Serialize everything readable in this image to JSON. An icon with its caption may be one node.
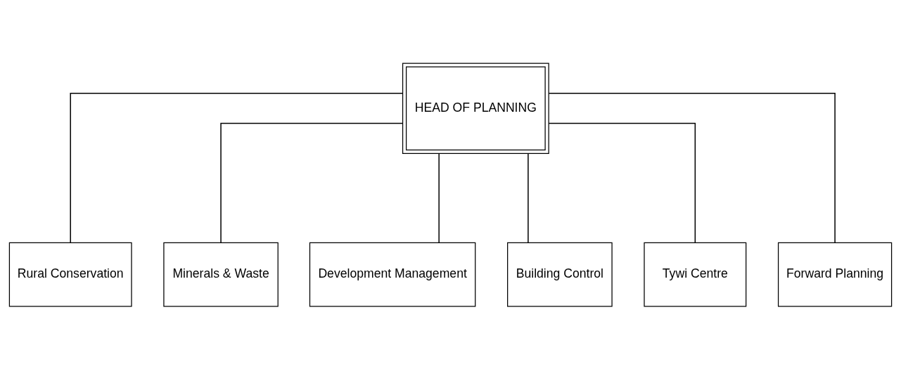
{
  "diagram": {
    "nodes": [
      {
        "text": [
          "HEAD OF PLANNING"
        ]
      },
      {
        "text": [
          "Rural Conservation"
        ]
      },
      {
        "text": [
          "Minerals & Waste"
        ]
      },
      {
        "text": [
          "Development Management"
        ]
      },
      {
        "text": [
          "Building Control"
        ]
      },
      {
        "text": [
          "Tywi Centre"
        ]
      },
      {
        "text": [
          "Forward Planning"
        ]
      }
    ],
    "edges": [
      {
        "from": 0,
        "to": 1,
        "arrow": "none"
      },
      {
        "from": 0,
        "to": 2,
        "arrow": "none"
      },
      {
        "from": 0,
        "to": 3,
        "arrow": "none"
      },
      {
        "from": 0,
        "to": 4,
        "arrow": "none"
      },
      {
        "from": 0,
        "to": 5,
        "arrow": "none"
      },
      {
        "from": 0,
        "to": 6,
        "arrow": "none"
      }
    ]
  }
}
